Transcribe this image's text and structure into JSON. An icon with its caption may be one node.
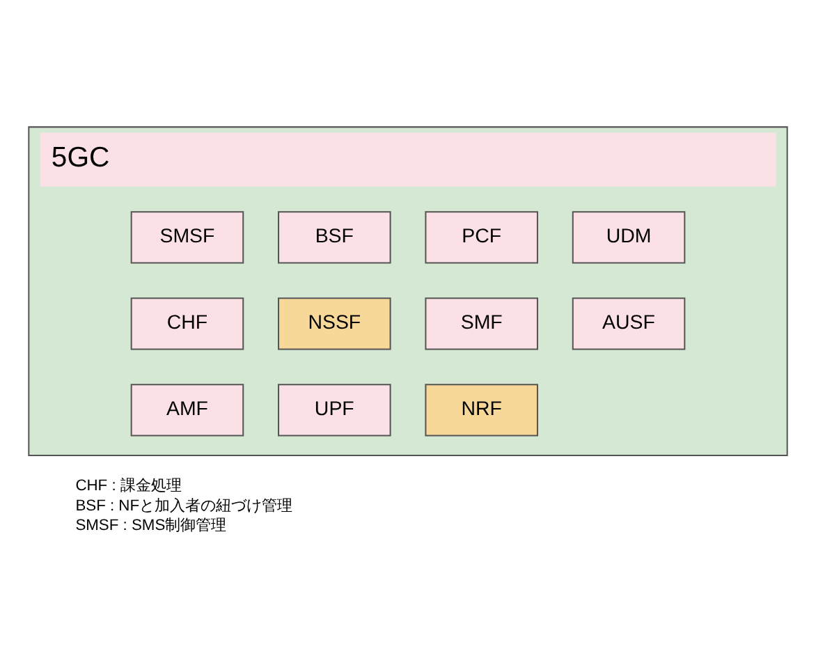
{
  "diagram": {
    "nodes": [
      {
        "text": [
          "5GC"
        ]
      },
      {
        "text": [
          "SMSF"
        ],
        "in": 0
      },
      {
        "text": [
          "BSF"
        ],
        "in": 0
      },
      {
        "text": [
          "PCF"
        ],
        "in": 0
      },
      {
        "text": [
          "UDM"
        ],
        "in": 0
      },
      {
        "text": [
          "CHF"
        ],
        "in": 0
      },
      {
        "text": [
          "NSSF"
        ],
        "in": 0
      },
      {
        "text": [
          "SMF"
        ],
        "in": 0
      },
      {
        "text": [
          "AUSF"
        ],
        "in": 0
      },
      {
        "text": [
          "AMF"
        ],
        "in": 0
      },
      {
        "text": [
          "UPF"
        ],
        "in": 0
      },
      {
        "text": [
          "NRF"
        ],
        "in": 0
      }
    ],
    "edges": [],
    "labels": [
      "CHF : 課金処理",
      "BSF : NFと加入者の紐づけ管理",
      "SMSF : SMS制御管理"
    ]
  }
}
